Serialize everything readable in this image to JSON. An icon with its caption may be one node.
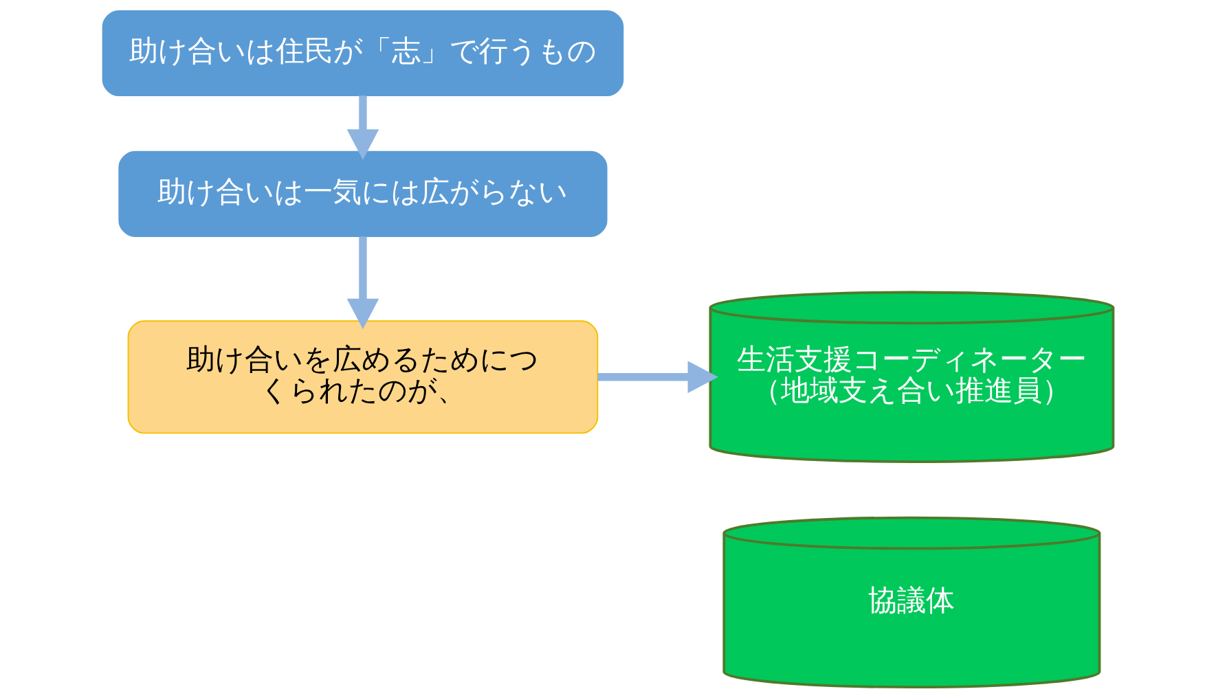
{
  "diagram": {
    "nodes": [
      {
        "text": [
          "助け合いは住民が「志」で行うもの"
        ]
      },
      {
        "text": [
          "助け合いは一気には広がらない"
        ]
      },
      {
        "text": [
          "助け合いを広めるためにつくられたのが、"
        ]
      },
      {
        "text": [
          "生活支援コーディネーター（地域支え合い推進員）"
        ]
      },
      {
        "text": [
          "協議体"
        ]
      }
    ],
    "edges": [
      {
        "from": 0,
        "to": 1,
        "arrow": "to"
      },
      {
        "from": 1,
        "to": 2,
        "arrow": "to"
      },
      {
        "from": 2,
        "to": 3,
        "arrow": "to"
      }
    ]
  }
}
